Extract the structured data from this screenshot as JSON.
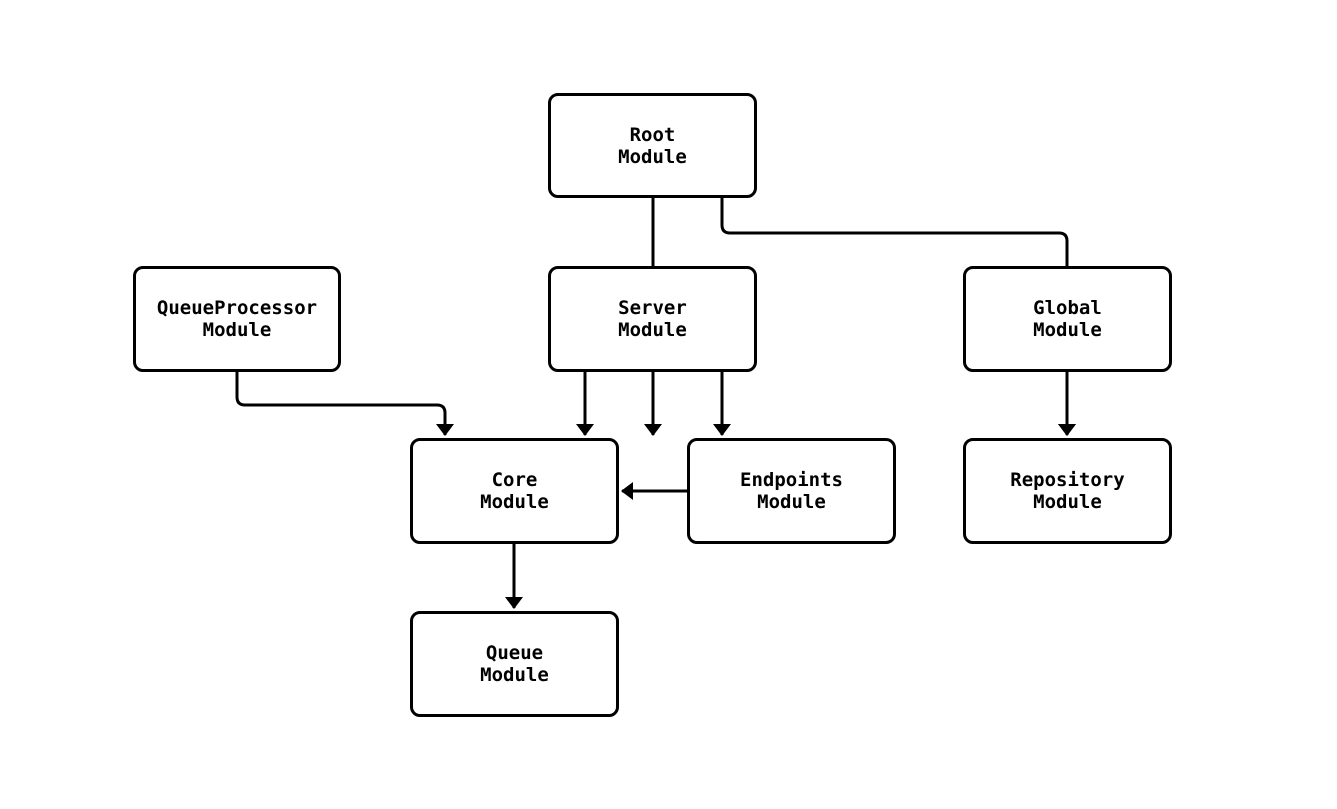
{
  "diagram": {
    "title": "",
    "colors": {
      "stroke": "#000000",
      "node_fill": "#ffffff",
      "background": "#ffffff"
    },
    "nodes": {
      "root": {
        "label": "Root\nModule"
      },
      "queueprocessor": {
        "label": "QueueProcessor\nModule"
      },
      "server": {
        "label": "Server\nModule"
      },
      "global": {
        "label": "Global\nModule"
      },
      "core": {
        "label": "Core\nModule"
      },
      "endpoints": {
        "label": "Endpoints\nModule"
      },
      "repository": {
        "label": "Repository\nModule"
      },
      "queue": {
        "label": "Queue\nModule"
      }
    },
    "edges": [
      {
        "from": "Root Module",
        "to": "Server Module"
      },
      {
        "from": "Root Module",
        "to": "Global Module"
      },
      {
        "from": "QueueProcessor Module",
        "to": "Core Module"
      },
      {
        "from": "Server Module",
        "to": "Core Module"
      },
      {
        "from": "Server Module",
        "to": "Endpoints Module"
      },
      {
        "from": "Endpoints Module",
        "to": "Core Module"
      },
      {
        "from": "Global Module",
        "to": "Repository Module"
      },
      {
        "from": "Core Module",
        "to": "Queue Module"
      }
    ]
  }
}
